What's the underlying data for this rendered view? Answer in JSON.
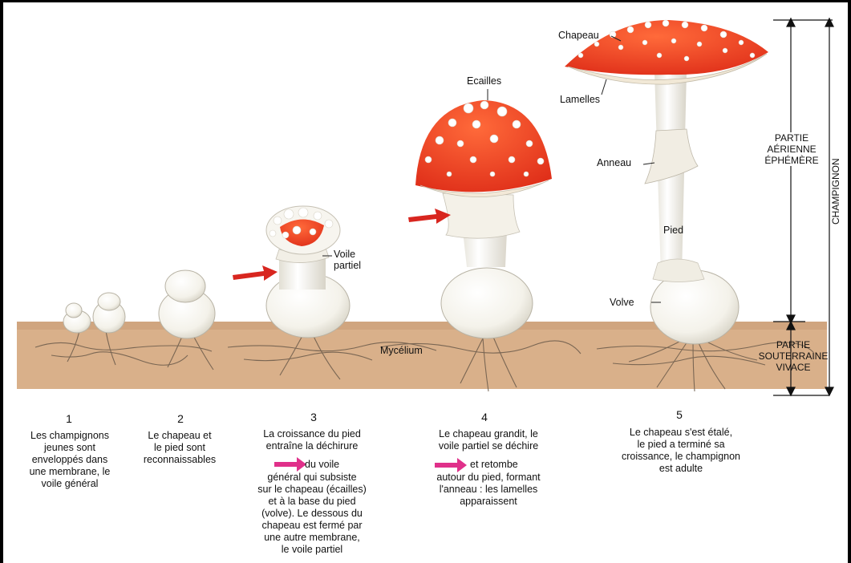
{
  "stages": [
    {
      "number": "1",
      "caption": "Les champignons\njeunes sont\nenveloppés dans\nune membrane, le\nvoile général"
    },
    {
      "number": "2",
      "caption": "Le chapeau et\nle pied sont\nreconnaissables"
    },
    {
      "number": "3",
      "caption_before_arrow": "La croissance du pied\nentraîne la déchirure",
      "caption_after_arrow": "du voile",
      "caption_rest": "général qui subsiste\nsur le chapeau (écailles)\net à la base du pied\n(volve). Le dessous du\nchapeau est fermé par\nune autre membrane,\nle voile partiel"
    },
    {
      "number": "4",
      "caption_before_arrow": "Le chapeau grandit, le\nvoile partiel se déchire",
      "caption_after_arrow": "et retombe",
      "caption_rest": "autour du pied, formant\nl'anneau : les lamelles\napparaissent"
    },
    {
      "number": "5",
      "caption": "Le chapeau s'est étalé,\nle pied a terminé sa\ncroissance, le champignon\nest adulte"
    }
  ],
  "labels": {
    "voile_partiel": "Voile\npartiel",
    "ecailles": "Ecailles",
    "chapeau": "Chapeau",
    "lamelles": "Lamelles",
    "anneau": "Anneau",
    "pied": "Pied",
    "volve": "Volve",
    "mycelium": "Mycélium"
  },
  "parts": {
    "aerial": "PARTIE\nAÉRIENNE\nÉPHÉMÈRE",
    "underground": "PARTIE\nSOUTERRAINE\nVIVACE",
    "whole": "CHAMPIGNON"
  },
  "colors": {
    "cap_red": "#ee3a1e",
    "soil": "#d9b08a",
    "arrow_red": "#d8261f",
    "arrow_pink": "#e0308a"
  }
}
